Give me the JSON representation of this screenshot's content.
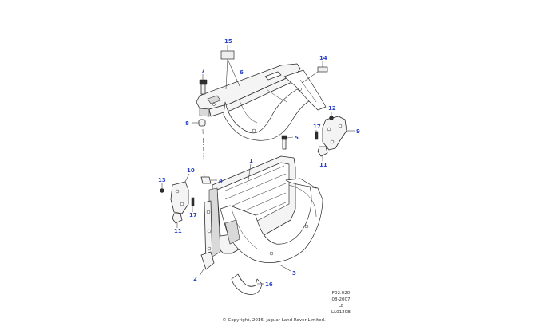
{
  "callouts": [
    {
      "id": "c1",
      "text": "1"
    },
    {
      "id": "c2",
      "text": "2"
    },
    {
      "id": "c3",
      "text": "3"
    },
    {
      "id": "c4",
      "text": "4"
    },
    {
      "id": "c5",
      "text": "5"
    },
    {
      "id": "c6",
      "text": "6"
    },
    {
      "id": "c7",
      "text": "7"
    },
    {
      "id": "c8",
      "text": "8"
    },
    {
      "id": "c9",
      "text": "9"
    },
    {
      "id": "c10",
      "text": "10"
    },
    {
      "id": "c11a",
      "text": "11"
    },
    {
      "id": "c11b",
      "text": "11"
    },
    {
      "id": "c12",
      "text": "12"
    },
    {
      "id": "c13",
      "text": "13"
    },
    {
      "id": "c14",
      "text": "14"
    },
    {
      "id": "c15",
      "text": "15"
    },
    {
      "id": "c16",
      "text": "16"
    },
    {
      "id": "c17a",
      "text": "17"
    },
    {
      "id": "c17b",
      "text": "17"
    }
  ],
  "reference": {
    "line1": "F02.020",
    "line2": "08-2007",
    "line3": "L8",
    "line4": "LL0120B"
  },
  "footer": {
    "copyright": "© Copyright, 2016, Jaguar Land Rover Limited."
  },
  "colors": {
    "callout": "#2a43c9",
    "outline": "#2b2b2b",
    "background": "#ffffff"
  }
}
